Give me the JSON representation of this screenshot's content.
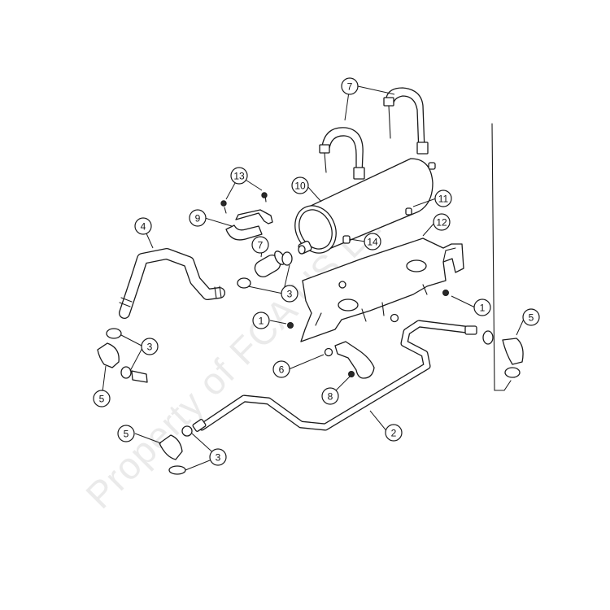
{
  "watermark": "Property of FCA US LLC",
  "callouts": [
    {
      "id": "c1a",
      "label": "1"
    },
    {
      "id": "c1b",
      "label": "1"
    },
    {
      "id": "c2",
      "label": "2"
    },
    {
      "id": "c3a",
      "label": "3"
    },
    {
      "id": "c3b",
      "label": "3"
    },
    {
      "id": "c3c",
      "label": "3"
    },
    {
      "id": "c4",
      "label": "4"
    },
    {
      "id": "c5a",
      "label": "5"
    },
    {
      "id": "c5b",
      "label": "5"
    },
    {
      "id": "c5c",
      "label": "5"
    },
    {
      "id": "c6",
      "label": "6"
    },
    {
      "id": "c7a",
      "label": "7"
    },
    {
      "id": "c7b",
      "label": "7"
    },
    {
      "id": "c8",
      "label": "8"
    },
    {
      "id": "c9",
      "label": "9"
    },
    {
      "id": "c10",
      "label": "10"
    },
    {
      "id": "c11",
      "label": "11"
    },
    {
      "id": "c12",
      "label": "12"
    },
    {
      "id": "c13",
      "label": "13"
    },
    {
      "id": "c14",
      "label": "14"
    }
  ]
}
